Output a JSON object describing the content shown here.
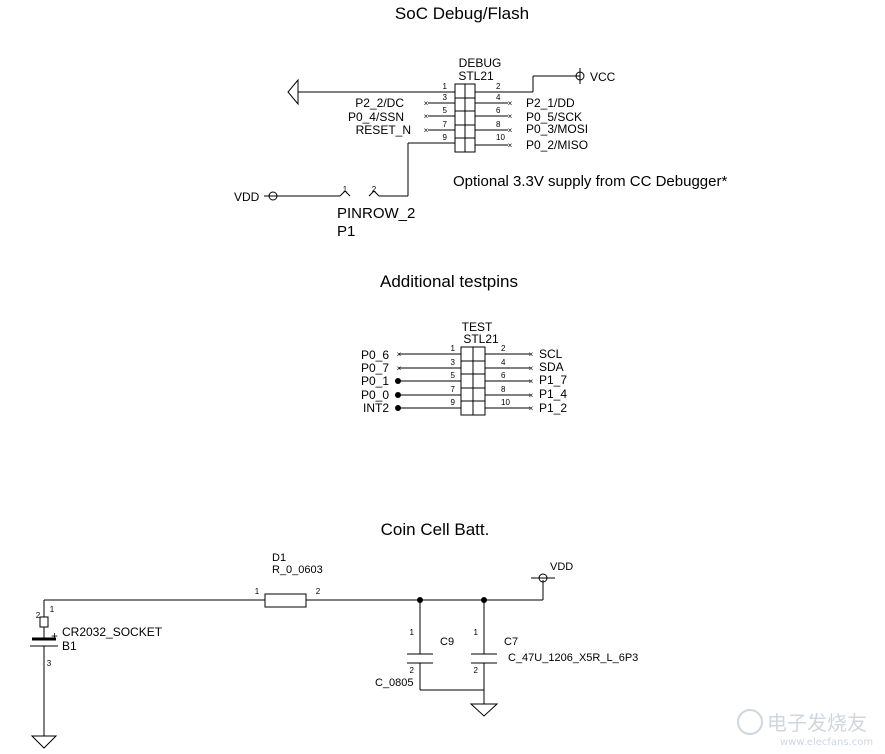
{
  "sections": {
    "debug_title": "SoC Debug/Flash",
    "testpins_title": "Additional testpins",
    "battery_title": "Coin Cell Batt."
  },
  "debug_header": {
    "name": "DEBUG",
    "part": "STL21",
    "left_pins": [
      "1",
      "3",
      "5",
      "7",
      "9"
    ],
    "right_pins": [
      "2",
      "4",
      "6",
      "8",
      "10"
    ],
    "left_nets": [
      "P2_2/DC",
      "P0_4/SSN",
      "RESET_N"
    ],
    "right_nets": [
      "VCC",
      "P2_1/DD",
      "P0_5/SCK",
      "P0_3/MOSI",
      "P0_2/MISO"
    ]
  },
  "supply_note": "Optional 3.3V supply from CC Debugger*",
  "p1": {
    "net": "VDD",
    "pins": [
      "1",
      "2"
    ],
    "part": "PINROW_2",
    "ref": "P1"
  },
  "test_header": {
    "name": "TEST",
    "part": "STL21",
    "left_pins": [
      "1",
      "3",
      "5",
      "7",
      "9"
    ],
    "right_pins": [
      "2",
      "4",
      "6",
      "8",
      "10"
    ],
    "left_nets": [
      "P0_6",
      "P0_7",
      "P0_1",
      "P0_0",
      "INT2"
    ],
    "right_nets": [
      "SCL",
      "SDA",
      "P1_7",
      "P1_4",
      "P1_2"
    ]
  },
  "battery": {
    "d1_ref": "D1",
    "d1_value": "R_0_0603",
    "d1_pins": [
      "1",
      "2"
    ],
    "vdd": "VDD",
    "b1_part": "CR2032_SOCKET",
    "b1_ref": "B1",
    "b1_pins": [
      "2",
      "1",
      "3"
    ],
    "b1_plus": "+",
    "c9_ref": "C9",
    "c9_value": "C_0805",
    "c9_pins": [
      "1",
      "2"
    ],
    "c7_ref": "C7",
    "c7_value": "C_47U_1206_X5R_L_6P3",
    "c7_pins": [
      "1",
      "2"
    ]
  },
  "watermark": {
    "brand": "电子发烧友",
    "url": "www.elecfans.com"
  }
}
